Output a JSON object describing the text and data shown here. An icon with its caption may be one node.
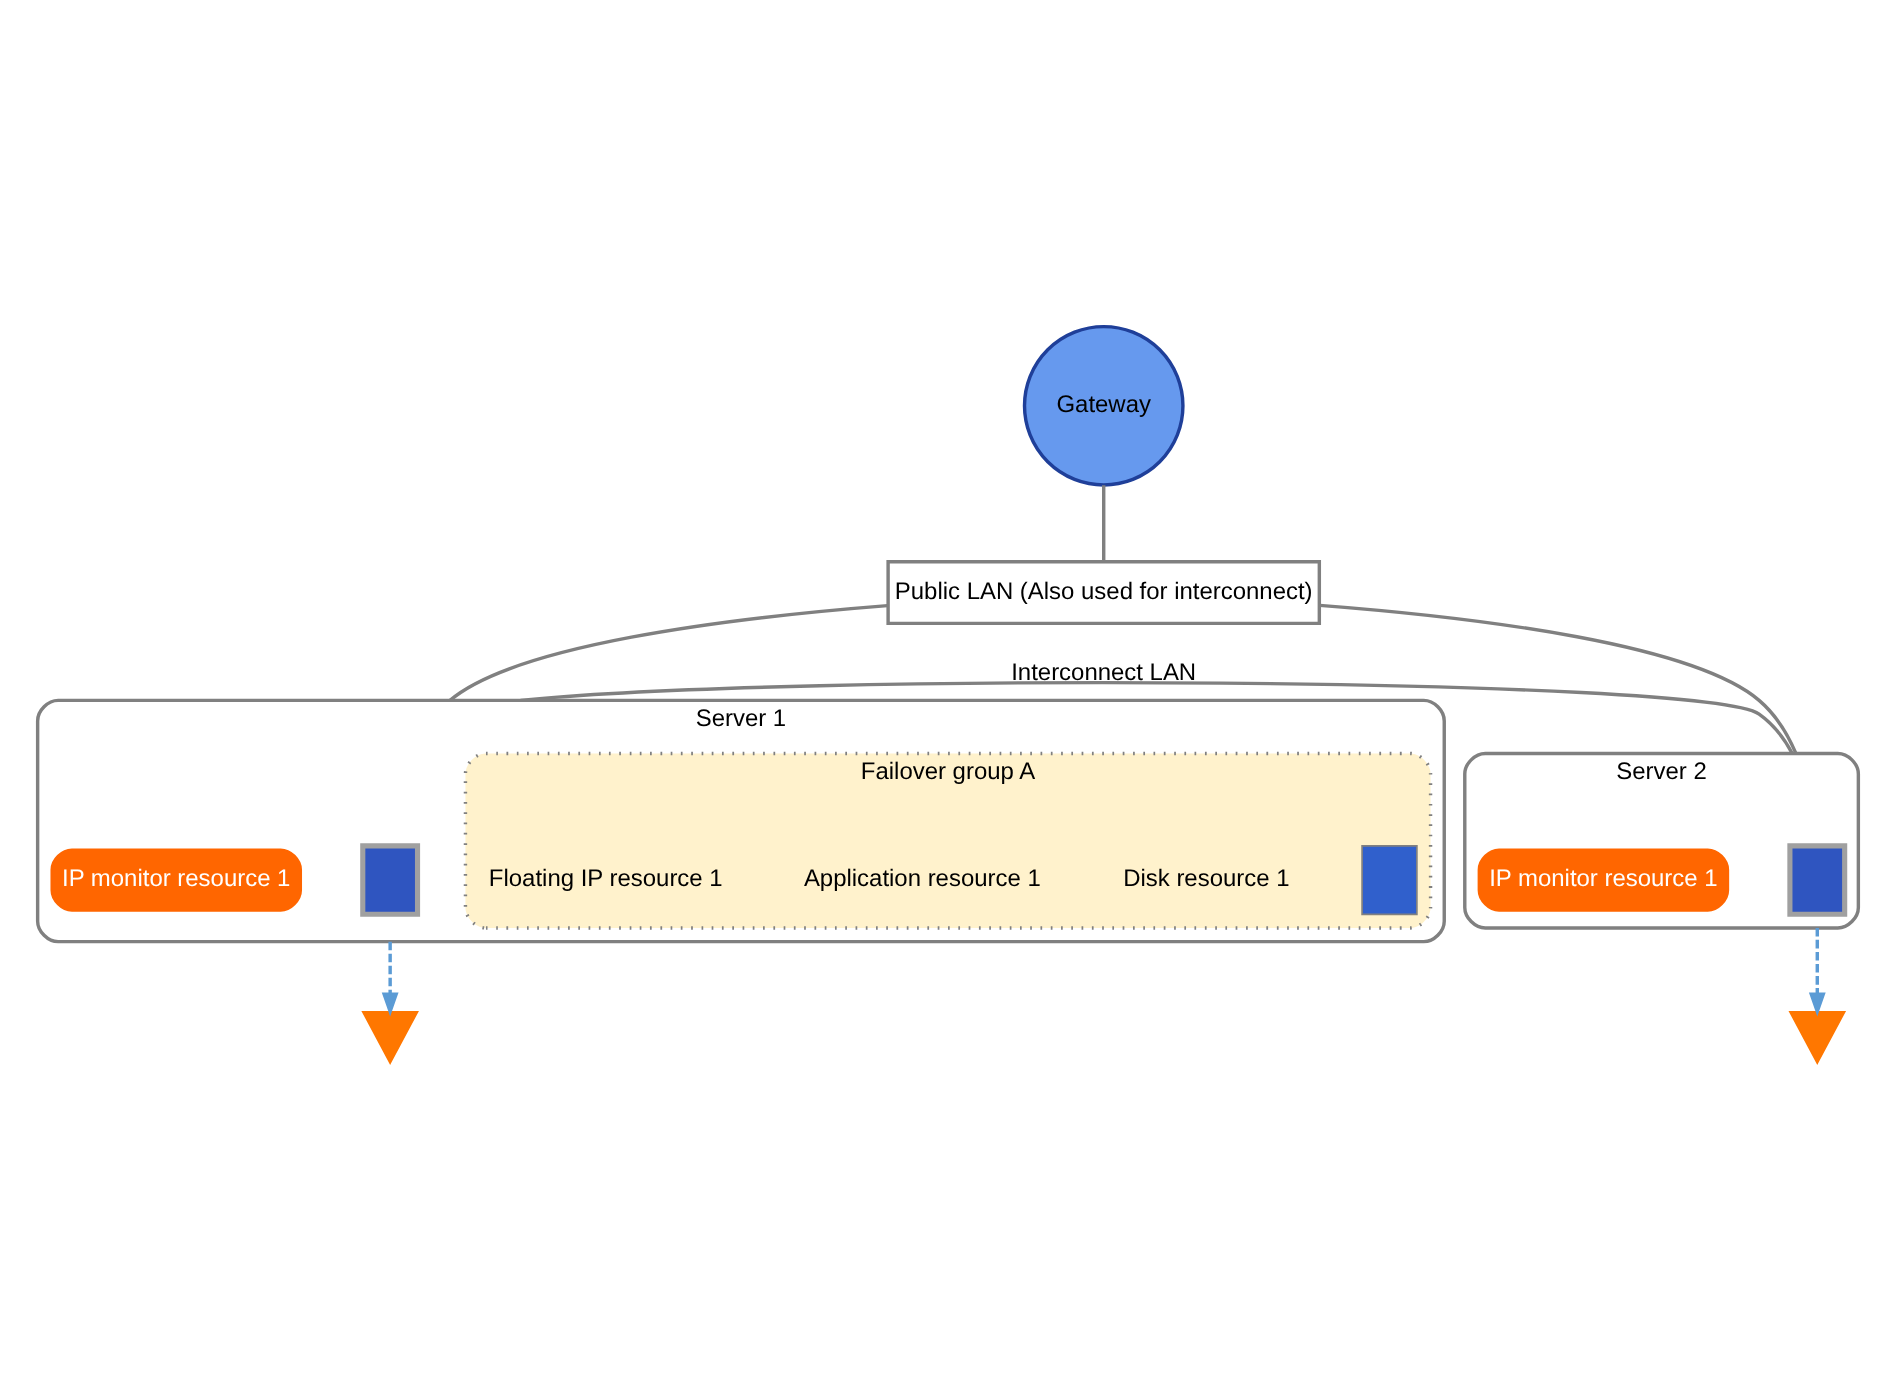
{
  "diagram": {
    "nodes": [
      {
        "text": [
          "Gateway"
        ]
      },
      {
        "text": [
          "Public LAN (Also used for interconnect)"
        ]
      },
      {
        "text": [],
        "shape": "picture"
      },
      {
        "text": [],
        "shape": "picture"
      },
      {
        "text": [
          "Server 1"
        ]
      },
      {
        "text": [],
        "shape": "box",
        "in": 4
      },
      {
        "text": [
          "IP monitor resource 1"
        ],
        "in": 4
      },
      {
        "text": [
          "Failover group A"
        ],
        "in": 4
      },
      {
        "text": [],
        "shape": "box",
        "in": 7
      },
      {
        "text": [
          "Disk resource 1"
        ],
        "in": 7
      },
      {
        "text": [
          "Application resource 1"
        ],
        "in": 7
      },
      {
        "text": [
          "Floating IP resource 1"
        ],
        "in": 7
      },
      {
        "text": [
          "Server 2"
        ]
      },
      {
        "text": [],
        "shape": "box",
        "in": 12
      },
      {
        "text": [
          "IP monitor resource 1"
        ],
        "in": 12
      }
    ],
    "edges": [
      {
        "from": 0,
        "to": 1,
        "arrow": "none"
      },
      {
        "from": 1,
        "to": 4,
        "arrow": "none"
      },
      {
        "from": 1,
        "to": 12,
        "arrow": "none"
      },
      {
        "from": 4,
        "to": 2,
        "arrow": "to",
        "style": "dashed",
        "color": "#5b9bd5"
      },
      {
        "from": 12,
        "to": 3,
        "arrow": "to",
        "style": "dashed",
        "color": "#5b9bd5"
      },
      {
        "from": 4,
        "to": 12,
        "arrow": "none",
        "label": "Interconnect LAN"
      }
    ]
  }
}
